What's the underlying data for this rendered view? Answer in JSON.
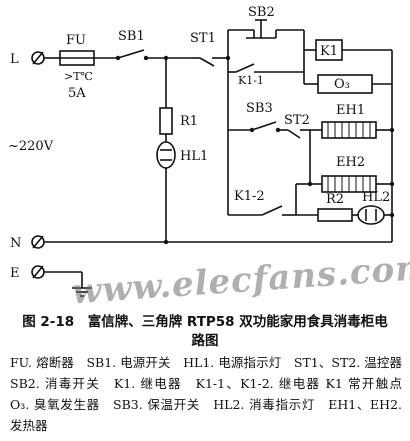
{
  "diagram": {
    "labels": {
      "L": "L",
      "N": "N",
      "E": "E",
      "voltage": "~220V",
      "fuse": "FU",
      "fuse_rating": ">T℃",
      "fuse_current": "5A",
      "sb1": "SB1",
      "sb2": "SB2",
      "sb3": "SB3",
      "st1": "ST1",
      "st2": "ST2",
      "k1_coil": "K1",
      "k1_1": "K1-1",
      "k1_2": "K1-2",
      "ozone": "O₃",
      "r1": "R1",
      "hl1": "HL1",
      "r2": "R2",
      "hl2": "HL2",
      "eh1": "EH1",
      "eh2": "EH2"
    },
    "watermark": "www.elecfans.com"
  },
  "caption": {
    "title": "图 2-18　富信牌、三角牌 RTP58 双功能家用食具消毒柜电路图",
    "legend": "FU. 熔断器　SB1. 电源开关　HL1. 电源指示灯　ST1、ST2. 温控器　SB2. 消毒开关　K1. 继电器　K1-1、K1-2. 继电器 K1 常开触点　O₃. 臭氧发生器　SB3. 保温开关　HL2. 消毒指示灯　EH1、EH2. 发热器"
  }
}
